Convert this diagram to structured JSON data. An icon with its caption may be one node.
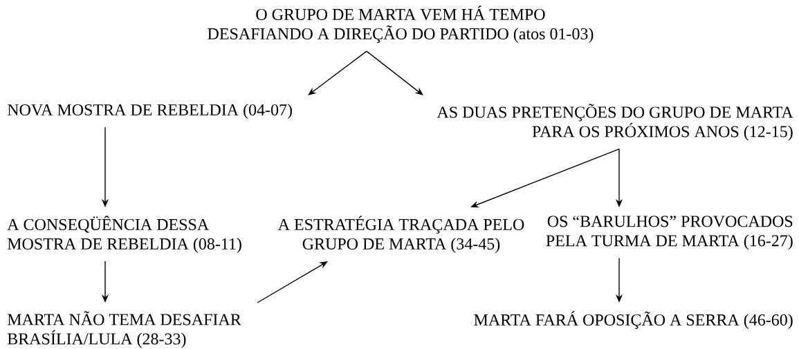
{
  "diagram": {
    "nodes": [
      {
        "text": [
          "O GRUPO DE MARTA VEM HÁ TEMPO DESAFIANDO A DIREÇÃO DO PARTIDO (atos 01-03)"
        ]
      },
      {
        "text": [
          "NOVA MOSTRA DE REBELDIA (04-07)"
        ]
      },
      {
        "text": [
          "AS DUAS PRETENÇÕES DO GRUPO DE MARTA PARA OS PRÓXIMOS ANOS (12-15)"
        ]
      },
      {
        "text": [
          "A CONSEQÜÊNCIA DESSA MOSTRA DE REBELDIA (08-11)"
        ]
      },
      {
        "text": [
          "A ESTRATÉGIA TRAÇADA PELO GRUPO DE MARTA (34-45)"
        ]
      },
      {
        "text": [
          "OS “BARULHOS” PROVOCADOS PELA TURMA DE MARTA (16-27)"
        ]
      },
      {
        "text": [
          "MARTA NÃO TEMA DESAFIAR BRASÍLIA/LULA (28-33)"
        ]
      },
      {
        "text": [
          "MARTA FARÁ OPOSIÇÃO A SERRA (46-60)"
        ]
      }
    ],
    "edges": [
      {
        "from": 0,
        "to": 1,
        "arrow": "to"
      },
      {
        "from": 0,
        "to": 2,
        "arrow": "to"
      },
      {
        "from": 1,
        "to": 3,
        "arrow": "to"
      },
      {
        "from": 2,
        "to": 4,
        "arrow": "to"
      },
      {
        "from": 2,
        "to": 5,
        "arrow": "to"
      },
      {
        "from": 3,
        "to": 6,
        "arrow": "to"
      },
      {
        "from": 6,
        "to": 4,
        "arrow": "to"
      },
      {
        "from": 5,
        "to": 7,
        "arrow": "to"
      }
    ]
  }
}
